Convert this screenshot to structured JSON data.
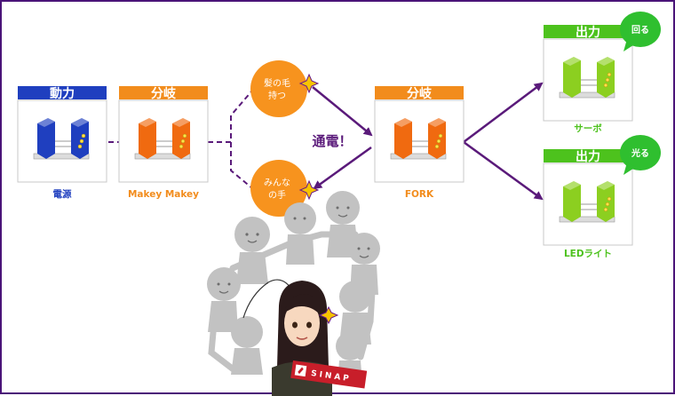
{
  "blocks": {
    "power": {
      "title": "動力",
      "caption": "電源",
      "color": "#1f3fbf"
    },
    "makey": {
      "title": "分岐",
      "caption": "Makey Makey",
      "color": "#f28c1c"
    },
    "fork": {
      "title": "分岐",
      "caption": "FORK",
      "color": "#f28c1c"
    },
    "servo": {
      "title": "出力",
      "caption": "サーボ",
      "color": "#4dc21d"
    },
    "led": {
      "title": "出力",
      "caption": "LEDライト",
      "color": "#4dc21d"
    }
  },
  "circles": {
    "hair": {
      "line1": "髪の毛",
      "line2": "持つ"
    },
    "hands": {
      "line1": "みんな",
      "line2": "の手"
    }
  },
  "center_label": "通電！",
  "bubbles": {
    "servo": "回る",
    "led": "光る"
  },
  "logo_text": "SINAP",
  "colors": {
    "frame": "#4a1478",
    "arrow": "#5a1a7a",
    "circle": "#f7931e",
    "blue_block": "#1f3fbf",
    "orange_block": "#f06a10",
    "green_block": "#8ccf20",
    "green_label": "#4dc21d",
    "figures": "#c2c2c2",
    "spark": "#f7c400"
  }
}
